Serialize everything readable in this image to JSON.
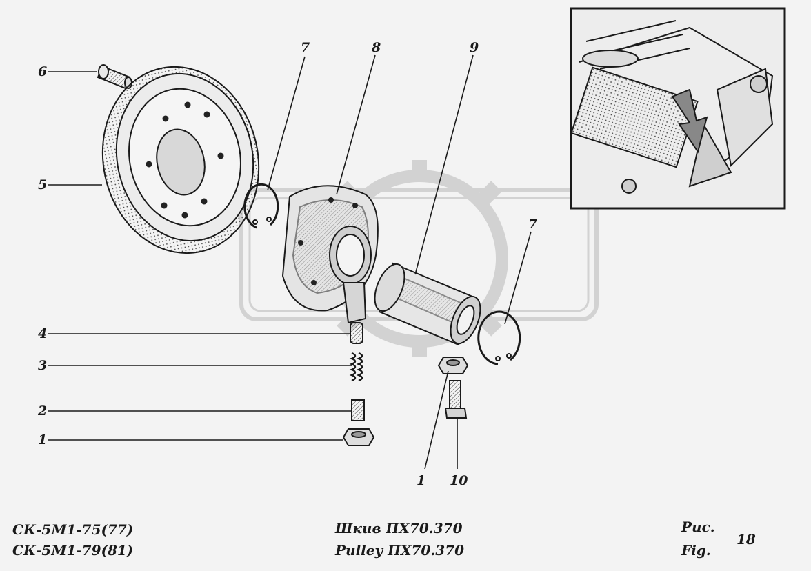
{
  "diagram": {
    "callouts": [
      "6",
      "5",
      "7",
      "8",
      "9",
      "7",
      "4",
      "3",
      "2",
      "1",
      "1",
      "10"
    ]
  },
  "footer": {
    "model_line_1": "СК-5М1-75(77)",
    "model_line_2": "СК-5М1-79(81)",
    "title_ru": "Шкив ПХ70.370",
    "title_en": "Pulley ПХ70.370",
    "fig_ru": "Рис.",
    "fig_en": "Fig.",
    "fig_number": "18"
  },
  "colors": {
    "ink": "#1a1a1a",
    "paper": "#f3f3f3",
    "watermark": "#d6d6d6"
  }
}
